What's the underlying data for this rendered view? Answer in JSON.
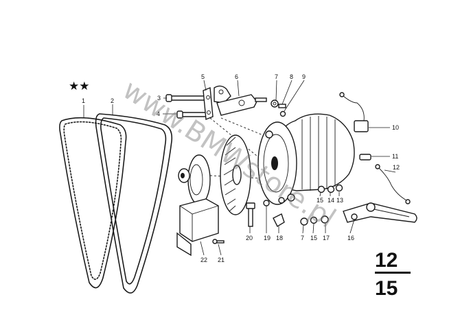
{
  "stars": "★★",
  "watermark": "www.BMWstore.pl",
  "page": {
    "numerator": "12",
    "denominator": "15"
  },
  "callouts": [
    "1",
    "2",
    "3",
    "4",
    "5",
    "6",
    "7",
    "8",
    "9",
    "10",
    "11",
    "12",
    "13",
    "14",
    "15",
    "16",
    "17",
    "18",
    "19",
    "20",
    "21",
    "22",
    "7",
    "15"
  ]
}
